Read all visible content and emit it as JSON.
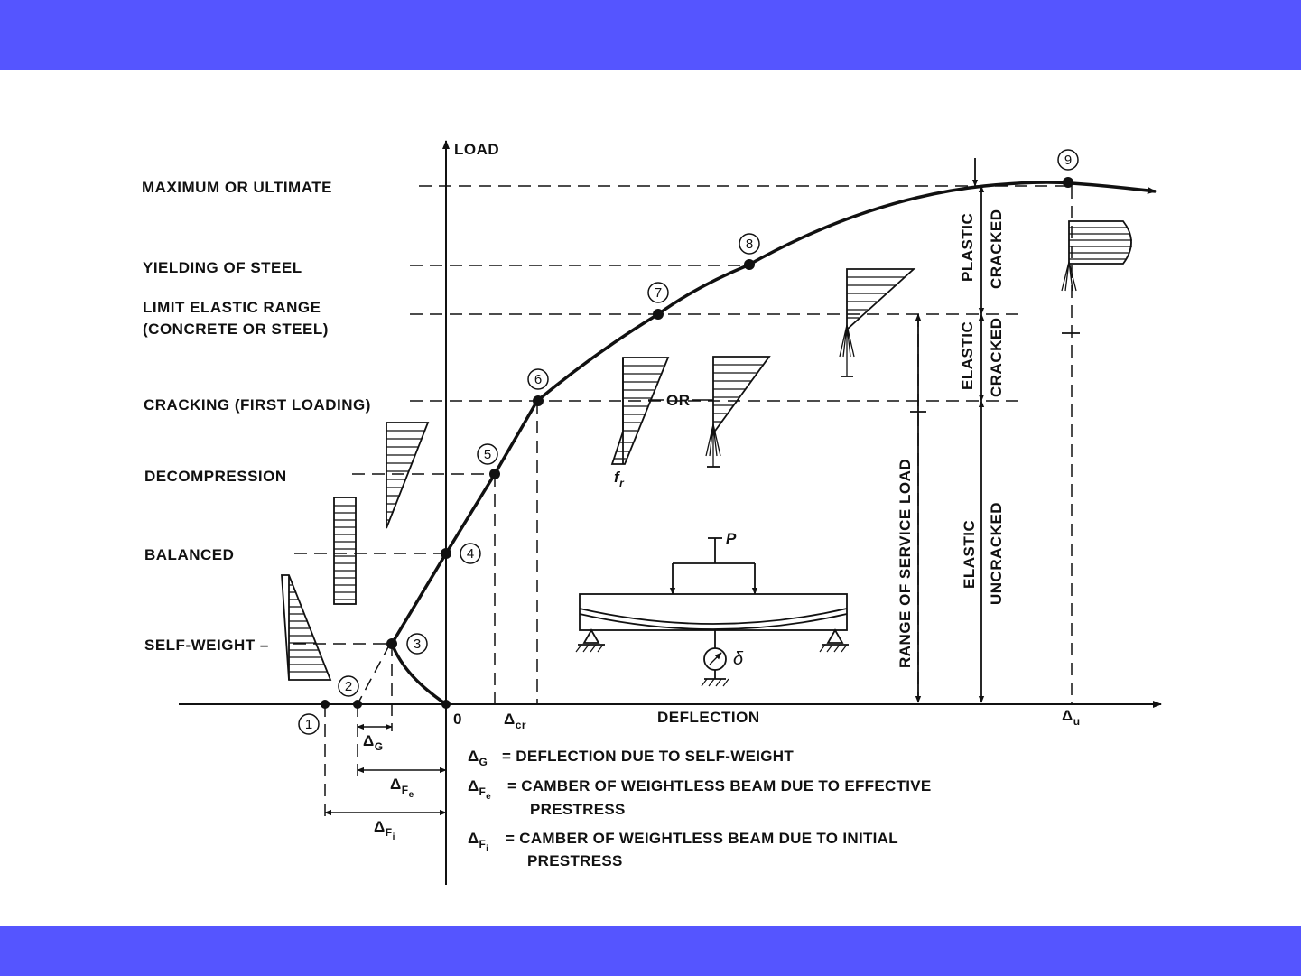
{
  "colors": {
    "band": "#5555ff",
    "ink": "#111111"
  },
  "axes": {
    "y_label": "LOAD",
    "x_label": "DEFLECTION",
    "origin": "0"
  },
  "levels": [
    {
      "label": "MAXIMUM OR ULTIMATE"
    },
    {
      "label": "YIELDING OF STEEL"
    },
    {
      "label": "LIMIT ELASTIC RANGE"
    },
    {
      "label": "(CONCRETE OR STEEL)"
    },
    {
      "label": "CRACKING (FIRST LOADING)"
    },
    {
      "label": "DECOMPRESSION"
    },
    {
      "label": "BALANCED"
    },
    {
      "label": "SELF-WEIGHT –"
    }
  ],
  "points": [
    "1",
    "2",
    "3",
    "4",
    "5",
    "6",
    "7",
    "8",
    "9"
  ],
  "x_marks": {
    "cr": "Δcr",
    "cr_main": "Δ",
    "cr_sub": "cr",
    "u_main": "Δ",
    "u_sub": "u"
  },
  "dims": {
    "g_main": "Δ",
    "g_sub": "G",
    "fe_main": "Δ",
    "fe_sub": "F",
    "fe_subsub": "e",
    "fi_main": "Δ",
    "fi_sub": "F",
    "fi_subsub": "i"
  },
  "stress": {
    "or": "OR",
    "fr_main": "f",
    "fr_sub": "r"
  },
  "zones": {
    "plastic": "PLASTIC",
    "cracked_top": "CRACKED",
    "elastic_mid": "ELASTIC",
    "cracked_mid": "CRACKED",
    "elastic_low": "ELASTIC",
    "uncracked": "UNCRACKED",
    "service": "RANGE OF SERVICE LOAD"
  },
  "beam": {
    "load": "P",
    "gauge": "δ"
  },
  "legend": {
    "g_text": "= DEFLECTION DUE TO SELF-WEIGHT",
    "fe_text": "= CAMBER OF WEIGHTLESS BEAM DUE TO EFFECTIVE",
    "fe_text2": "PRESTRESS",
    "fi_text": "= CAMBER OF WEIGHTLESS BEAM DUE TO INITIAL",
    "fi_text2": "PRESTRESS"
  }
}
